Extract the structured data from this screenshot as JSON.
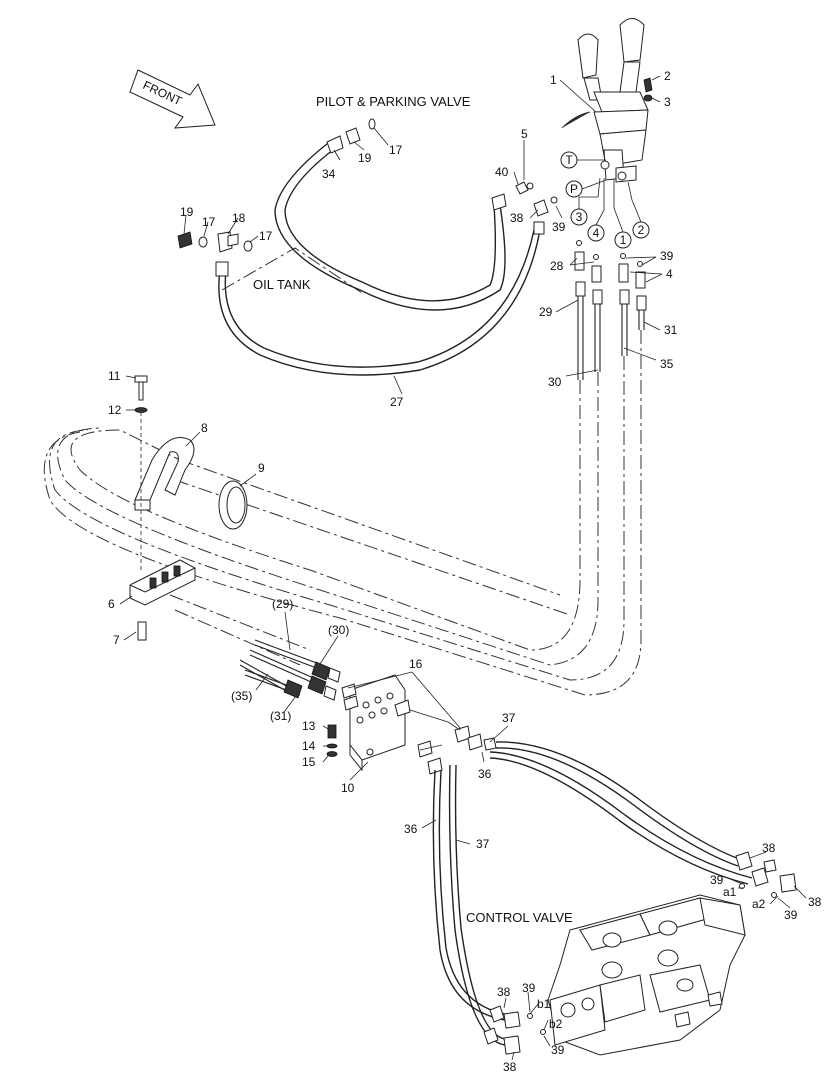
{
  "titles": {
    "pilot_parking_valve": "PILOT  & PARKING VALVE",
    "oil_tank": "OIL TANK",
    "control_valve": "CONTROL VALVE",
    "front": "FRONT"
  },
  "ports": {
    "T": "T",
    "P": "P",
    "p1": "1",
    "p2": "2",
    "p3": "3",
    "p4": "4"
  },
  "callouts": {
    "c1": "1",
    "c2": "2",
    "c3": "3",
    "c5": "5",
    "c40": "40",
    "c17a": "17",
    "c19a": "19",
    "c34": "34",
    "c19b": "19",
    "c17b": "17",
    "c18": "18",
    "c17c": "17",
    "c38a": "38",
    "c39a": "39",
    "c39b": "39",
    "c28": "28",
    "c4": "4",
    "c29": "29",
    "c31": "31",
    "c35": "35",
    "c30": "30",
    "c27": "27",
    "c11": "11",
    "c12": "12",
    "c8": "8",
    "c9": "9",
    "c6": "6",
    "c7": "7",
    "c29p": "(29)",
    "c30p": "(30)",
    "c35p": "(35)",
    "c31p": "(31)",
    "c16": "16",
    "c13": "13",
    "c14": "14",
    "c15": "15",
    "c10": "10",
    "c37a": "37",
    "c36a": "36",
    "c36b": "36",
    "c37b": "37",
    "c38b": "38",
    "c39c": "39",
    "a1": "a1",
    "a2": "a2",
    "c39d": "39",
    "c38c": "38",
    "c38d": "38",
    "c39e": "39",
    "b1": "b1",
    "b2": "b2",
    "c39f": "39",
    "c38e": "38"
  }
}
